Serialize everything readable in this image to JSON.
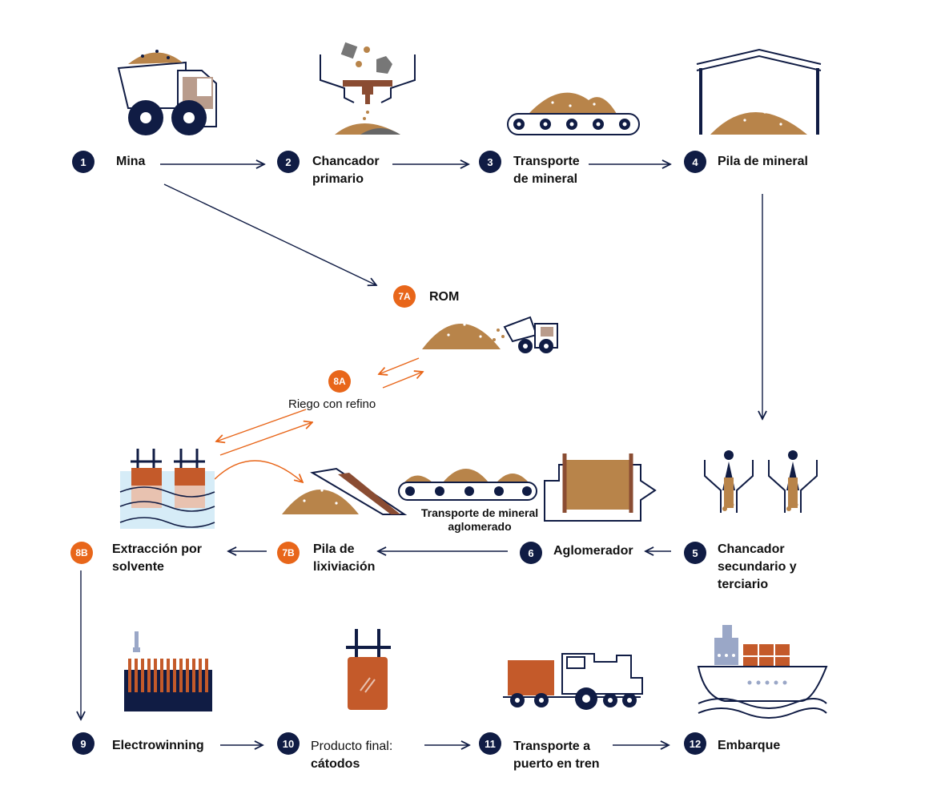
{
  "colors": {
    "navy": "#101c44",
    "orange": "#e8661a",
    "ore": "#b8844a",
    "copper": "#c45a2a",
    "water": "#d6ecf7"
  },
  "steps": {
    "s1": {
      "num": "1",
      "label": "Mina"
    },
    "s2": {
      "num": "2",
      "label1": "Chancador",
      "label2": "primario"
    },
    "s3": {
      "num": "3",
      "label1": "Transporte",
      "label2": "de mineral"
    },
    "s4": {
      "num": "4",
      "label": "Pila de mineral"
    },
    "s7a": {
      "num": "7A",
      "label": "ROM"
    },
    "s8a": {
      "num": "8A",
      "label": "Riego con refino"
    },
    "s5": {
      "num": "5",
      "label1": "Chancador",
      "label2": "secundario y",
      "label3": "terciario"
    },
    "s6": {
      "num": "6",
      "label": "Aglomerador"
    },
    "s7b": {
      "num": "7B",
      "label1": "Pila de",
      "label2": "lixiviación"
    },
    "s8b": {
      "num": "8B",
      "label1": "Extracción por",
      "label2": "solvente"
    },
    "s9": {
      "num": "9",
      "label": "Electrowinning"
    },
    "s10": {
      "num": "10",
      "label1": "Producto final:",
      "label2": "cátodos"
    },
    "s11": {
      "num": "11",
      "label1": "Transporte a",
      "label2": "puerto en tren"
    },
    "s12": {
      "num": "12",
      "label": "Embarque"
    }
  },
  "conveyor_label": {
    "line1": "Transporte de mineral",
    "line2": "aglomerado"
  },
  "icons": {
    "mine": "mining-truck-icon",
    "primary_crusher": "crusher-hopper-icon",
    "conveyor": "conveyor-belt-icon",
    "stockpile": "covered-stockpile-icon",
    "rom": "rom-heap-loader-icon",
    "secondary_crusher": "cone-crusher-icon",
    "agglomerator": "agglomeration-drum-icon",
    "leach_pile": "leach-pile-stacker-icon",
    "solvent_extraction": "sx-tanks-icon",
    "electrowinning": "electrowinning-cell-icon",
    "cathodes": "copper-cathode-icon",
    "train": "train-icon",
    "ship": "cargo-ship-icon"
  }
}
